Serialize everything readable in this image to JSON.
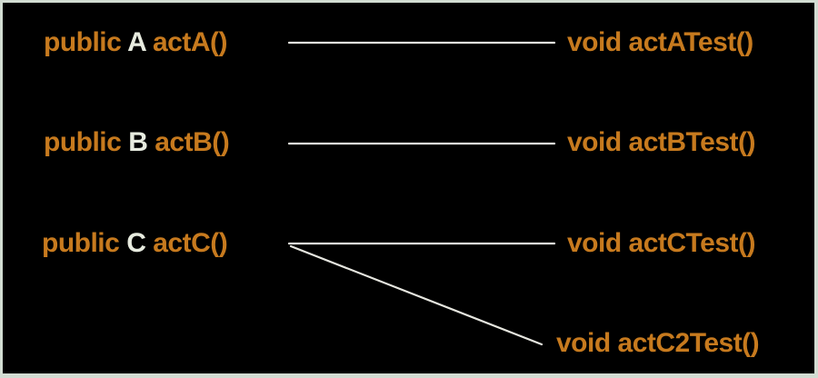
{
  "colors": {
    "keyword": "#c77a1e",
    "type": "#e7ebdf",
    "line": "#e6e6df",
    "background": "#000000",
    "border": "#d2dcd2"
  },
  "methods": [
    {
      "modifier": "public",
      "type": "A",
      "name": "actA()"
    },
    {
      "modifier": "public",
      "type": "B",
      "name": "actB()"
    },
    {
      "modifier": "public",
      "type": "C",
      "name": "actC()"
    }
  ],
  "tests": [
    {
      "ret": "void",
      "name": "actATest()"
    },
    {
      "ret": "void",
      "name": "actBTest()"
    },
    {
      "ret": "void",
      "name": "actCTest()"
    },
    {
      "ret": "void",
      "name": "actC2Test()"
    }
  ],
  "links": [
    {
      "from": "actA()",
      "to": "actATest()"
    },
    {
      "from": "actB()",
      "to": "actBTest()"
    },
    {
      "from": "actC()",
      "to": "actCTest()"
    },
    {
      "from": "actC()",
      "to": "actC2Test()"
    }
  ]
}
